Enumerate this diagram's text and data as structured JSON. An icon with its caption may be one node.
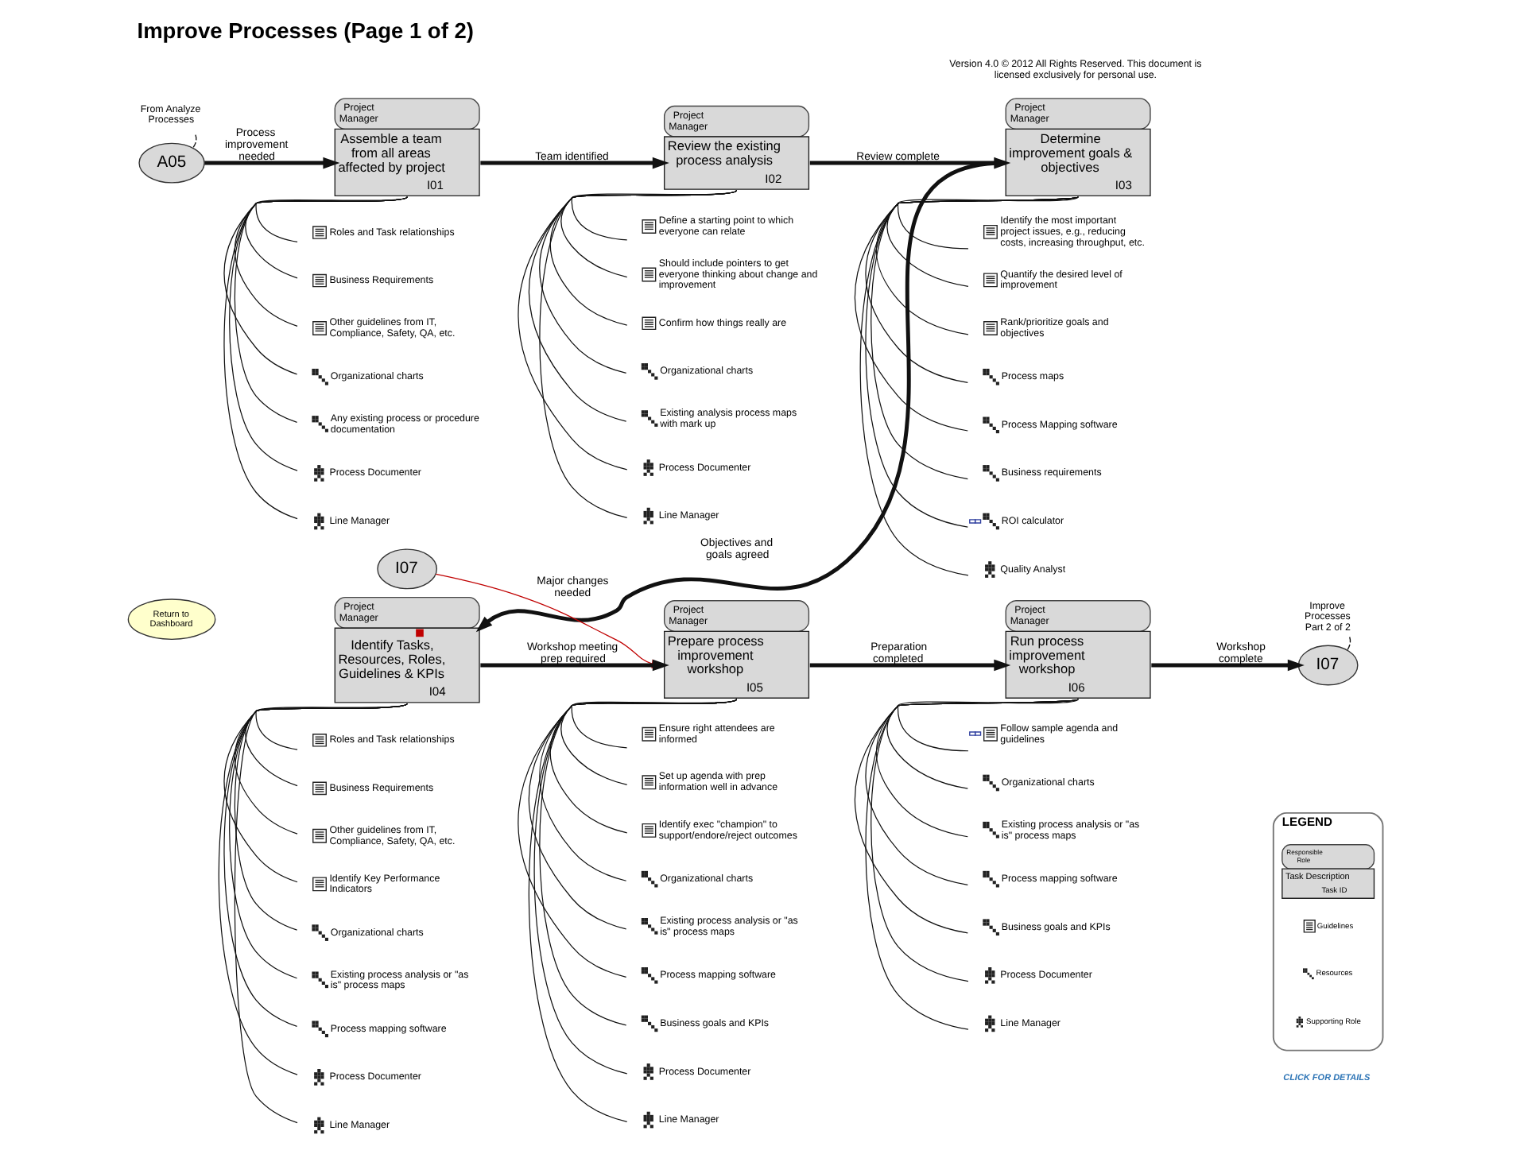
{
  "diagram": {
    "title": "Improve Processes (Page 1 of 2)",
    "nodes": [
      {
        "text": [
          "From Analyze Processes"
        ]
      },
      {
        "text": [
          "A05"
        ]
      },
      {
        "text": [
          "Project Manager",
          "Assemble a team from all areas affected by project",
          "I01"
        ]
      },
      {
        "text": [
          "Roles and Task relationships"
        ]
      },
      {
        "text": [
          "Business Requirements"
        ]
      },
      {
        "text": [
          "Other guidelines from IT, Compliance, Safety, QA, etc."
        ]
      },
      {
        "text": [
          "Organizational charts"
        ]
      },
      {
        "text": [
          "Any existing process or procedure documentation"
        ]
      },
      {
        "text": [
          "Process Documenter"
        ]
      },
      {
        "text": [
          "Line Manager"
        ]
      },
      {
        "text": [
          "Project Manager",
          "Review the existing process analysis",
          "I02"
        ]
      },
      {
        "text": [
          "Define a starting point to which everyone can relate"
        ]
      },
      {
        "text": [
          "Should include pointers to get everyone thinking about change and improvement"
        ]
      },
      {
        "text": [
          "Confirm how things really are"
        ]
      },
      {
        "text": [
          "Organizational charts"
        ]
      },
      {
        "text": [
          "Existing analysis process maps with mark up"
        ]
      },
      {
        "text": [
          "Process Documenter"
        ]
      },
      {
        "text": [
          "Line Manager"
        ]
      },
      {
        "text": [
          "Project Manager",
          "Determine improvement goals & objectives",
          "I03"
        ]
      },
      {
        "text": [
          "Identify the most important project issues, e.g., reducing costs, increasing throughput, etc."
        ]
      },
      {
        "text": [
          "Quantify the desired level of improvement"
        ]
      },
      {
        "text": [
          "Rank/prioritize goals and objectives"
        ]
      },
      {
        "text": [
          "Process maps"
        ]
      },
      {
        "text": [
          "Process Mapping software"
        ]
      },
      {
        "text": [
          "Business requirements"
        ]
      },
      {
        "text": [
          "ROI calculator"
        ]
      },
      {
        "text": [
          "Quality Analyst"
        ]
      },
      {
        "text": [
          "I07"
        ]
      },
      {
        "text": [
          "Project Manager",
          "Identify Tasks, Resources, Roles, Guidelines & KPIs",
          "I04"
        ]
      },
      {
        "text": [
          "Roles and Task relationships"
        ]
      },
      {
        "text": [
          "Business Requirements"
        ]
      },
      {
        "text": [
          "Other guidelines from IT, Compliance, Safety, QA, etc."
        ]
      },
      {
        "text": [
          "Identify Key Performance Indicators"
        ]
      },
      {
        "text": [
          "Organizational charts"
        ]
      },
      {
        "text": [
          "Existing process analysis or \"as is\" process maps"
        ]
      },
      {
        "text": [
          "Process mapping software"
        ]
      },
      {
        "text": [
          "Process Documenter"
        ]
      },
      {
        "text": [
          "Line Manager"
        ]
      },
      {
        "text": [
          "Project Manager",
          "Prepare process improvement workshop",
          "I05"
        ]
      },
      {
        "text": [
          "Ensure right attendees are informed"
        ]
      },
      {
        "text": [
          "Set up agenda with prep information well in advance"
        ]
      },
      {
        "text": [
          "Identify exec \"champion\" to support/endore/reject outcomes"
        ]
      },
      {
        "text": [
          "Organizational charts"
        ]
      },
      {
        "text": [
          "Existing process analysis or \"as is\" process maps"
        ]
      },
      {
        "text": [
          "Process mapping software"
        ]
      },
      {
        "text": [
          "Business goals and KPIs"
        ]
      },
      {
        "text": [
          "Process Documenter"
        ]
      },
      {
        "text": [
          "Line Manager"
        ]
      },
      {
        "text": [
          "Project Manager",
          "Run process improvement workshop",
          "I06"
        ]
      },
      {
        "text": [
          "Follow sample agenda and guidelines"
        ]
      },
      {
        "text": [
          "Organizational charts"
        ]
      },
      {
        "text": [
          "Existing process analysis or \"as is\" process maps"
        ]
      },
      {
        "text": [
          "Process mapping software"
        ]
      },
      {
        "text": [
          "Business goals and KPIs"
        ]
      },
      {
        "text": [
          "Process Documenter"
        ]
      },
      {
        "text": [
          "Line Manager"
        ]
      },
      {
        "text": [
          "Improve Processes Part 2 of 2"
        ]
      },
      {
        "text": [
          "I07"
        ]
      },
      {
        "text": [
          "Return to Dashboard"
        ]
      },
      {
        "text": [
          "LEGEND"
        ]
      },
      {
        "text": [
          "Responsible Role",
          "Task Description",
          "Task ID"
        ],
        "in": 59
      }
    ],
    "edges": [
      {
        "from": 0,
        "to": 1,
        "arrow": "none",
        "style": "dashed"
      },
      {
        "from": 1,
        "to": 2,
        "arrow": "to",
        "label": "Process improvement needed",
        "style": "thick"
      },
      {
        "from": 2,
        "to": 10,
        "arrow": "to",
        "label": "Team identified",
        "style": "thick"
      },
      {
        "from": 10,
        "to": 18,
        "arrow": "to",
        "label": "Review complete",
        "style": "thick"
      },
      {
        "from": 2,
        "to": 3,
        "arrow": "none"
      },
      {
        "from": 2,
        "to": 4,
        "arrow": "none"
      },
      {
        "from": 2,
        "to": 5,
        "arrow": "none"
      },
      {
        "from": 2,
        "to": 6,
        "arrow": "none"
      },
      {
        "from": 2,
        "to": 7,
        "arrow": "none"
      },
      {
        "from": 2,
        "to": 8,
        "arrow": "none"
      },
      {
        "from": 2,
        "to": 9,
        "arrow": "none"
      },
      {
        "from": 10,
        "to": 11,
        "arrow": "none"
      },
      {
        "from": 10,
        "to": 12,
        "arrow": "none"
      },
      {
        "from": 10,
        "to": 13,
        "arrow": "none"
      },
      {
        "from": 10,
        "to": 14,
        "arrow": "none"
      },
      {
        "from": 10,
        "to": 15,
        "arrow": "none"
      },
      {
        "from": 10,
        "to": 16,
        "arrow": "none"
      },
      {
        "from": 10,
        "to": 17,
        "arrow": "none"
      },
      {
        "from": 18,
        "to": 19,
        "arrow": "none"
      },
      {
        "from": 18,
        "to": 20,
        "arrow": "none"
      },
      {
        "from": 18,
        "to": 21,
        "arrow": "none"
      },
      {
        "from": 18,
        "to": 22,
        "arrow": "none"
      },
      {
        "from": 18,
        "to": 23,
        "arrow": "none"
      },
      {
        "from": 18,
        "to": 24,
        "arrow": "none"
      },
      {
        "from": 18,
        "to": 25,
        "arrow": "none"
      },
      {
        "from": 18,
        "to": 26,
        "arrow": "none"
      },
      {
        "from": 18,
        "to": 28,
        "arrow": "to",
        "label": "Objectives and goals agreed",
        "style": "thick"
      },
      {
        "from": 27,
        "to": 38,
        "arrow": "to",
        "label": "Major changes needed",
        "color": "#c00000"
      },
      {
        "from": 28,
        "to": 38,
        "arrow": "to",
        "label": "Workshop meeting prep required",
        "style": "thick"
      },
      {
        "from": 38,
        "to": 48,
        "arrow": "to",
        "label": "Preparation completed",
        "style": "thick"
      },
      {
        "from": 48,
        "to": 57,
        "arrow": "to",
        "label": "Workshop complete",
        "style": "thick"
      },
      {
        "from": 56,
        "to": 57,
        "arrow": "none",
        "style": "dashed"
      },
      {
        "from": 28,
        "to": 29,
        "arrow": "none"
      },
      {
        "from": 28,
        "to": 30,
        "arrow": "none"
      },
      {
        "from": 28,
        "to": 31,
        "arrow": "none"
      },
      {
        "from": 28,
        "to": 32,
        "arrow": "none"
      },
      {
        "from": 28,
        "to": 33,
        "arrow": "none"
      },
      {
        "from": 28,
        "to": 34,
        "arrow": "none"
      },
      {
        "from": 28,
        "to": 35,
        "arrow": "none"
      },
      {
        "from": 28,
        "to": 36,
        "arrow": "none"
      },
      {
        "from": 28,
        "to": 37,
        "arrow": "none"
      },
      {
        "from": 38,
        "to": 39,
        "arrow": "none"
      },
      {
        "from": 38,
        "to": 40,
        "arrow": "none"
      },
      {
        "from": 38,
        "to": 41,
        "arrow": "none"
      },
      {
        "from": 38,
        "to": 42,
        "arrow": "none"
      },
      {
        "from": 38,
        "to": 43,
        "arrow": "none"
      },
      {
        "from": 38,
        "to": 44,
        "arrow": "none"
      },
      {
        "from": 38,
        "to": 45,
        "arrow": "none"
      },
      {
        "from": 38,
        "to": 46,
        "arrow": "none"
      },
      {
        "from": 38,
        "to": 47,
        "arrow": "none"
      },
      {
        "from": 48,
        "to": 49,
        "arrow": "none"
      },
      {
        "from": 48,
        "to": 50,
        "arrow": "none"
      },
      {
        "from": 48,
        "to": 51,
        "arrow": "none"
      },
      {
        "from": 48,
        "to": 52,
        "arrow": "none"
      },
      {
        "from": 48,
        "to": 53,
        "arrow": "none"
      },
      {
        "from": 48,
        "to": 54,
        "arrow": "none"
      },
      {
        "from": 48,
        "to": 55,
        "arrow": "none"
      }
    ],
    "labels": [
      "Version 4.0 © 2012 All Rights Reserved. This document is licensed exclusively for personal use.",
      "CLICK FOR DETAILS"
    ],
    "legend": [
      {
        "text": "Guidelines"
      },
      {
        "text": "Resources"
      },
      {
        "text": "Supporting Role"
      }
    ]
  }
}
